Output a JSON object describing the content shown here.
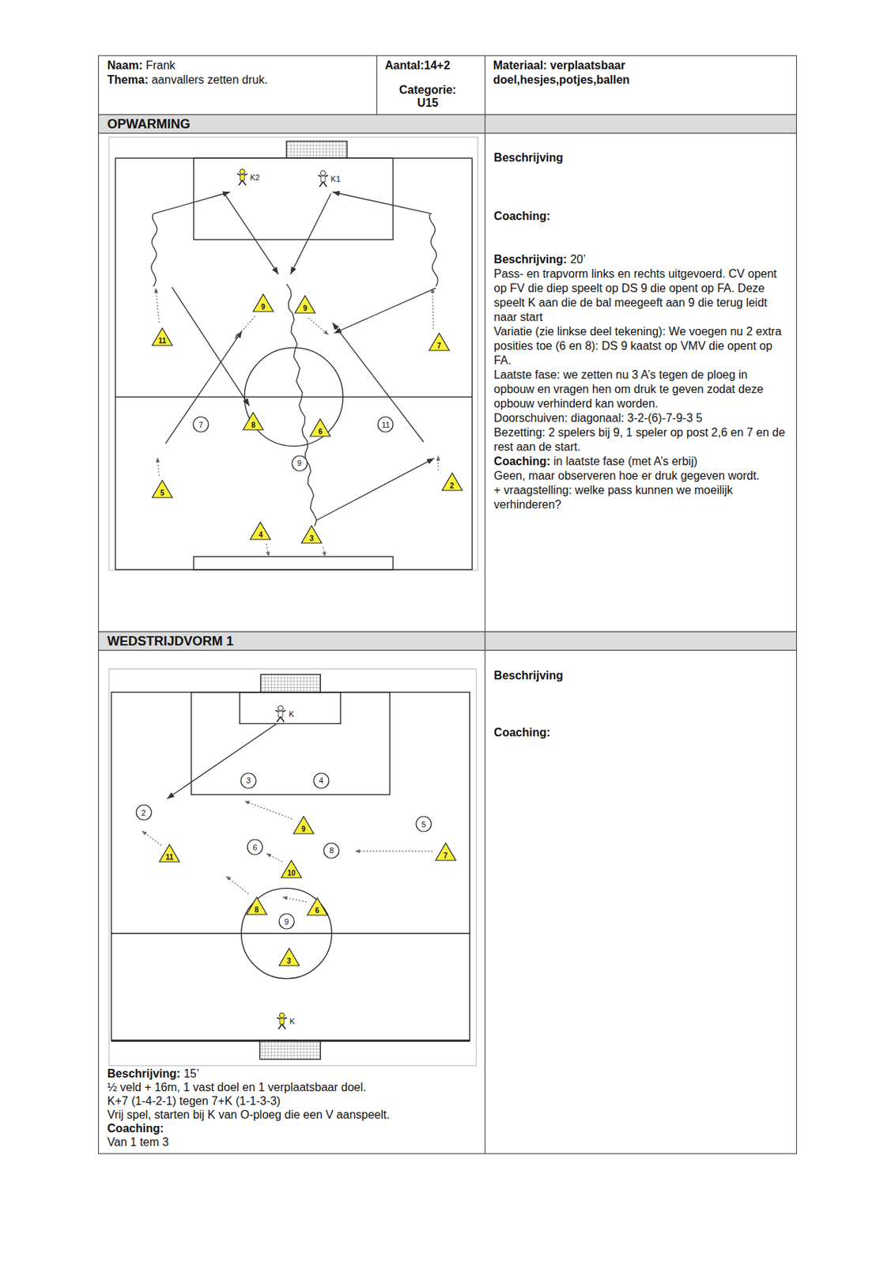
{
  "diagram": {
    "nodes": [
      {
        "text": [
          "Naam:",
          "Frank",
          "Thema:",
          "aanvallers zetten druk."
        ]
      },
      {
        "text": [
          "Aantal:14+2",
          "Categorie: U15"
        ]
      },
      {
        "text": [
          "Materiaal: verplaatsbaar doel,hesjes,potjes,ballen"
        ]
      },
      {
        "text": [
          "OPWARMING"
        ]
      },
      {
        "text": [
          "Beschrijving",
          "Coaching:",
          "Beschrijving:",
          "20’",
          "Pass- en trapvorm links en rechts uitgevoerd. CV opent op FV die diep speelt op DS 9 die opent op FA. Deze speelt K aan die de bal meegeeft aan 9 die terug leidt naar start",
          "Variatie (zie linkse deel tekening): We voegen nu 2 extra posities toe (6 en 8): DS 9 kaatst op VMV die opent op FA.",
          "Laatste fase: we zetten nu 3 A’s tegen de ploeg in opbouw en vragen hen om druk te geven zodat deze opbouw verhinderd kan worden.",
          "Doorschuiven: diagonaal: 3-2-(6)-7-9-3 5",
          "Bezetting: 2 spelers bij 9, 1 speler op post 2,6 en 7 en de rest aan de start.",
          "Coaching:",
          "in laatste fase (met A’s erbij)",
          "Geen, maar observeren hoe er druk gegeven wordt.",
          "+ vraagstelling: welke pass kunnen we moeilijk verhinderen?"
        ]
      },
      {
        "text": [
          "WEDSTRIJDVORM 1"
        ]
      },
      {
        "text": [
          "Beschrijving:",
          "15’",
          "½ veld + 16m, 1 vast doel en 1 verplaatsbaar doel.",
          "K+7 (1-4-2-1) tegen 7+K (1-1-3-3)",
          "Vrij spel, starten bij K van O-ploeg die een V aanspeelt.",
          "Coaching:",
          "Van 1 tem 3"
        ]
      },
      {
        "text": [
          "Beschrijving",
          "Coaching:"
        ]
      },
      {
        "text": [
          "K2"
        ]
      },
      {
        "text": [
          "K1"
        ]
      },
      {
        "text": [
          "9"
        ]
      },
      {
        "text": [
          "9"
        ]
      },
      {
        "text": [
          "11"
        ]
      },
      {
        "text": [
          "7"
        ]
      },
      {
        "text": [
          "7"
        ]
      },
      {
        "text": [
          "8"
        ]
      },
      {
        "text": [
          "6"
        ]
      },
      {
        "text": [
          "11"
        ]
      },
      {
        "text": [
          "9"
        ]
      },
      {
        "text": [
          "5"
        ]
      },
      {
        "text": [
          "2"
        ]
      },
      {
        "text": [
          "4"
        ]
      },
      {
        "text": [
          "3"
        ]
      },
      {
        "text": [
          "K"
        ]
      },
      {
        "text": [
          "3"
        ]
      },
      {
        "text": [
          "4"
        ]
      },
      {
        "text": [
          "2"
        ]
      },
      {
        "text": [
          "9"
        ]
      },
      {
        "text": [
          "5"
        ]
      },
      {
        "text": [
          "11"
        ]
      },
      {
        "text": [
          "6"
        ]
      },
      {
        "text": [
          "8"
        ]
      },
      {
        "text": [
          "7"
        ]
      },
      {
        "text": [
          "10"
        ]
      },
      {
        "text": [
          "8"
        ]
      },
      {
        "text": [
          "6"
        ]
      },
      {
        "text": [
          "9"
        ]
      },
      {
        "text": [
          "3"
        ]
      },
      {
        "text": [
          "K"
        ]
      }
    ]
  }
}
